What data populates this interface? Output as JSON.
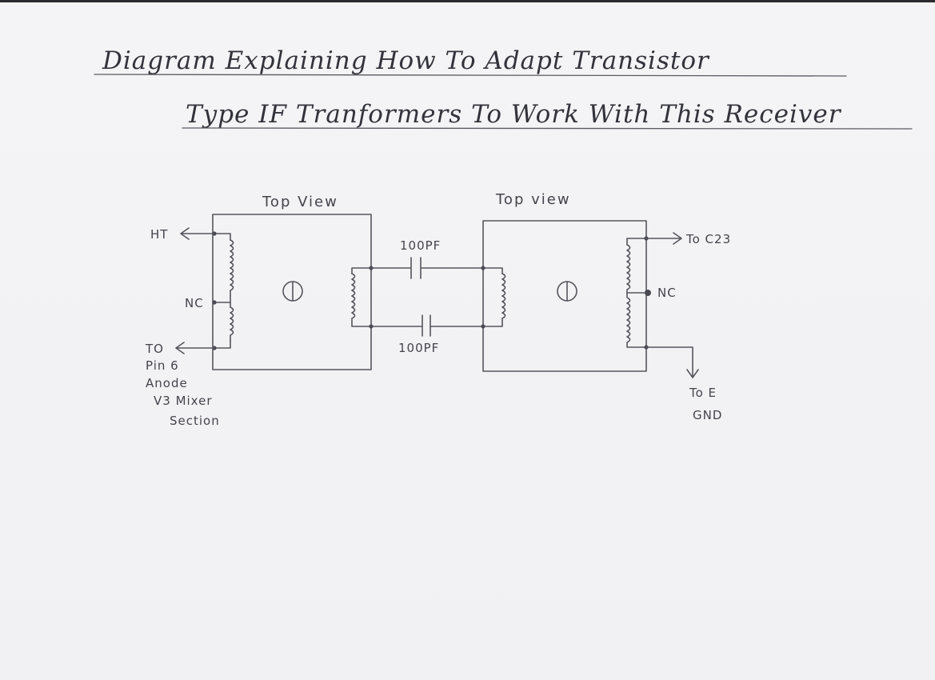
{
  "diagram": {
    "title_line1": "Diagram Explaining How To Adapt Transistor",
    "title_line2": "Type IF Tranformers To Work With This Receiver",
    "left_transformer": {
      "view_label": "Top View",
      "pin_top": "HT",
      "pin_middle": "NC",
      "pin_bottom": [
        "TO",
        "Pin 6",
        "Anode",
        "V3 Mixer",
        "Section"
      ]
    },
    "right_transformer": {
      "view_label": "Top view",
      "pin_top": "To C23",
      "pin_middle": "NC",
      "pin_bottom": [
        "To E",
        "GND"
      ]
    },
    "capacitors": [
      {
        "value": "100PF"
      },
      {
        "value": "100PF"
      }
    ]
  }
}
